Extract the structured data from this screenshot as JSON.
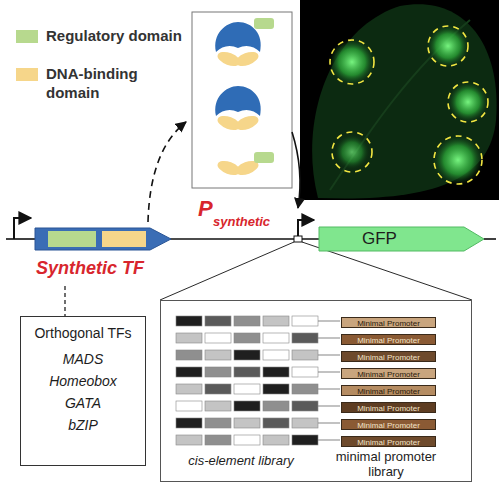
{
  "diagram": {
    "nodes": [
      {
        "text": [
          "Synthetic TF"
        ]
      },
      {
        "text": [
          "GFP"
        ]
      },
      {
        "text": [
          "Orthogonal TFs",
          "MADS",
          "Homeobox",
          "GATA",
          "bZIP"
        ]
      },
      {
        "text": [
          "cis-element library",
          "minimal promoter library"
        ]
      },
      {
        "text": [
          "Minimal Promoter"
        ],
        "in": 3
      },
      {
        "text": [
          "Minimal Promoter"
        ],
        "in": 3
      },
      {
        "text": [
          "Minimal Promoter"
        ],
        "in": 3
      },
      {
        "text": [
          "Minimal Promoter"
        ],
        "in": 3
      },
      {
        "text": [
          "Minimal Promoter"
        ],
        "in": 3
      },
      {
        "text": [
          "Minimal Promoter"
        ],
        "in": 3
      },
      {
        "text": [
          "Minimal Promoter"
        ],
        "in": 3
      },
      {
        "text": [
          "Minimal Promoter"
        ],
        "in": 3
      }
    ],
    "edges": [
      {
        "from": 0,
        "to": 2,
        "arrow": "none"
      }
    ],
    "labels": [
      "P",
      "synthetic"
    ],
    "legend": [
      {
        "text": "Regulatory domain",
        "color": "#b7d98e"
      },
      {
        "text": "DNA-binding domain",
        "color": "#f6d68a"
      }
    ]
  }
}
